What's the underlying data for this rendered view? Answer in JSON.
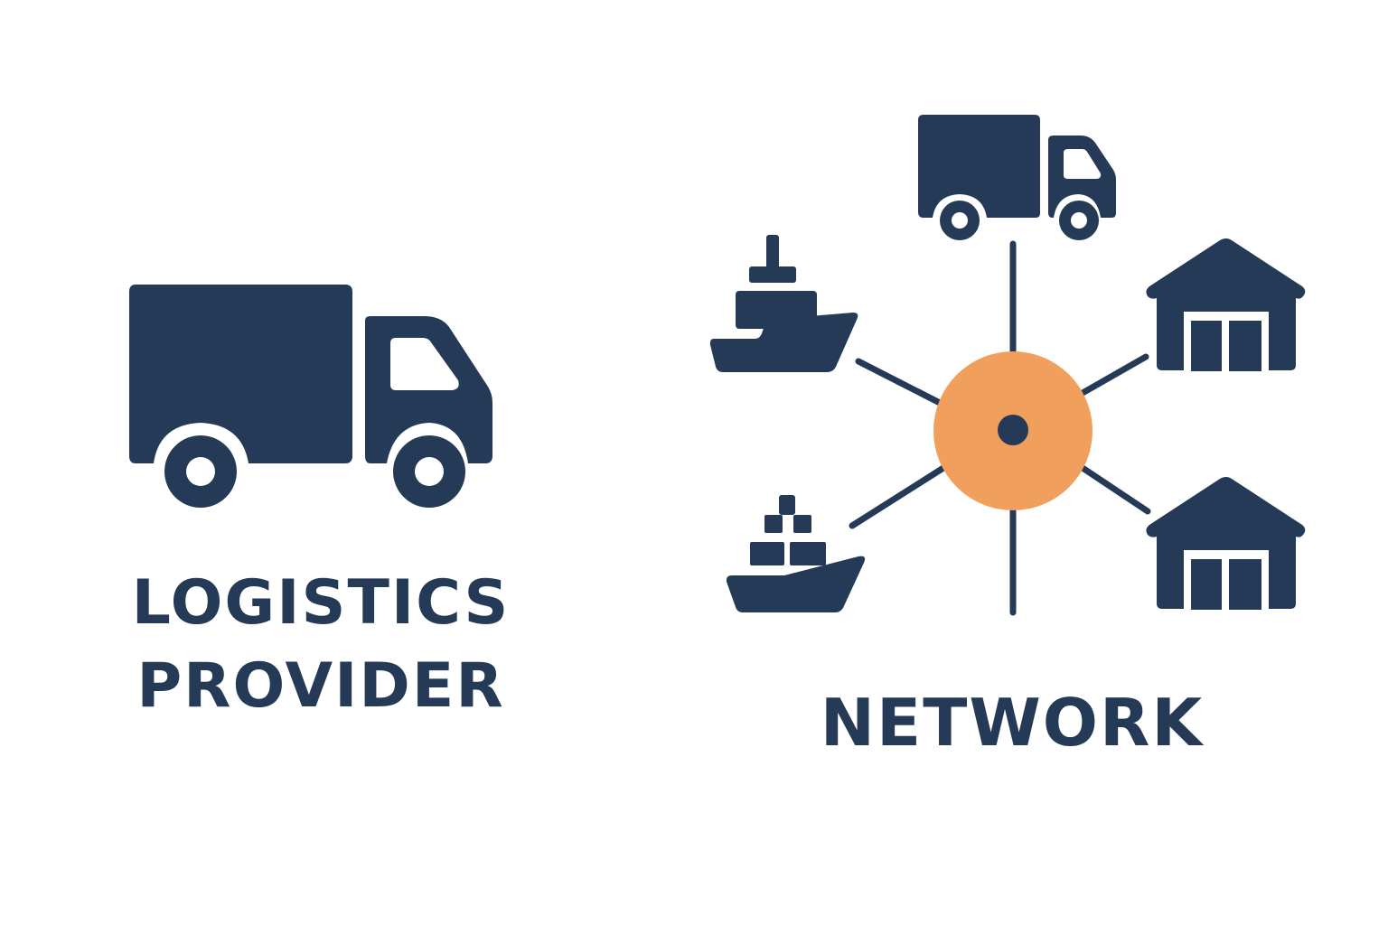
{
  "left_panel": {
    "icon": "delivery-truck-icon",
    "label_line1": "LOGISTICS",
    "label_line2": "PROVIDER"
  },
  "network": {
    "hub_icon": "hub-node-icon",
    "nodes": [
      {
        "icon": "truck-icon"
      },
      {
        "icon": "ship-icon"
      },
      {
        "icon": "warehouse-icon"
      },
      {
        "icon": "ship-icon"
      },
      {
        "icon": "warehouse-icon"
      }
    ],
    "label": "NETWORK"
  },
  "colors": {
    "navy": "#253a57",
    "hub_orange": "#f0a05c",
    "background": "#ffffff"
  }
}
